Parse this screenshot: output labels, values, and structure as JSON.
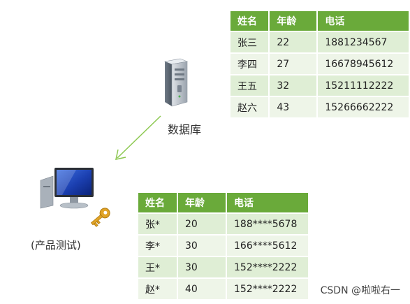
{
  "top_table": {
    "headers": [
      "姓名",
      "年龄",
      "电话"
    ],
    "rows": [
      [
        "张三",
        "22",
        "1881234567"
      ],
      [
        "李四",
        "27",
        "16678945612"
      ],
      [
        "王五",
        "32",
        "15211112222"
      ],
      [
        "赵六",
        "43",
        "15266662222"
      ]
    ]
  },
  "bottom_table": {
    "headers": [
      "姓名",
      "年龄",
      "电话"
    ],
    "rows": [
      [
        "张*",
        "20",
        "188****5678"
      ],
      [
        "李*",
        "30",
        "166****5612"
      ],
      [
        "王*",
        "30",
        "152****2222"
      ],
      [
        "赵*",
        "40",
        "152****2222"
      ]
    ]
  },
  "labels": {
    "database": "数据库",
    "product_test": "(产品测试)",
    "watermark": "CSDN @啦啦右一"
  },
  "icons": {
    "database": "server-icon",
    "computer": "computer-icon",
    "key": "key-icon",
    "arrow": "arrow-icon"
  },
  "colors": {
    "header": "#6aaa3a",
    "row_odd": "#dfeed5",
    "row_even": "#eef5e8",
    "arrow": "#8cc850"
  }
}
